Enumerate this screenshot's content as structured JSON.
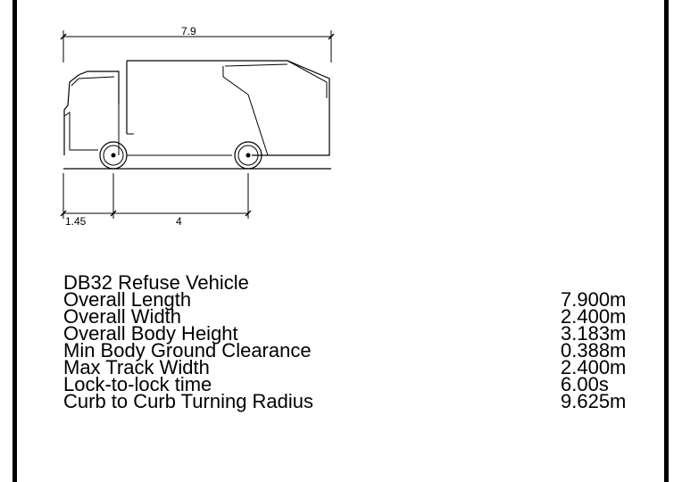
{
  "drawing": {
    "overall_length_dim": "7.9",
    "front_overhang_dim": "1.45",
    "wheelbase_dim": "4"
  },
  "specs": {
    "title": "DB32 Refuse Vehicle",
    "rows": [
      {
        "label": "Overall Length",
        "value": "7.900m"
      },
      {
        "label": "Overall Width",
        "value": "2.400m"
      },
      {
        "label": "Overall Body Height",
        "value": "3.183m"
      },
      {
        "label": "Min Body Ground Clearance",
        "value": "0.388m"
      },
      {
        "label": "Max Track Width",
        "value": "2.400m"
      },
      {
        "label": "Lock-to-lock time",
        "value": "6.00s"
      },
      {
        "label": "Curb to Curb Turning Radius",
        "value": "9.625m"
      }
    ]
  }
}
